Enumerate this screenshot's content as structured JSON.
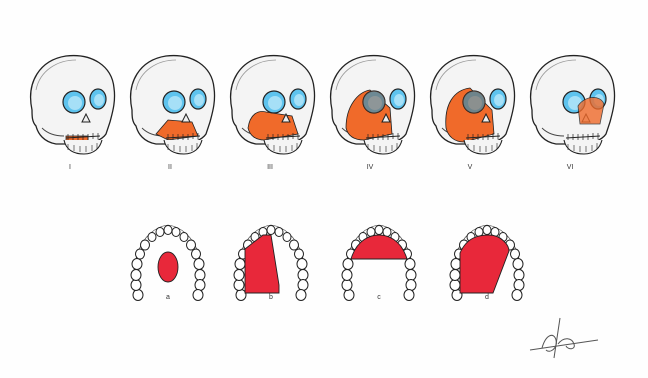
{
  "skull_labels": [
    "I",
    "II",
    "III",
    "IV",
    "V",
    "VI"
  ],
  "palate_labels": [
    "a",
    "b",
    "c",
    "d"
  ],
  "colors": {
    "defect_orange": "#f06a2a",
    "palate_red": "#e8283a",
    "orbit_blue": "#39b6e8",
    "outline": "#222222"
  },
  "icons": [
    "skull-icon",
    "palate-arch-icon",
    "signature-icon"
  ]
}
